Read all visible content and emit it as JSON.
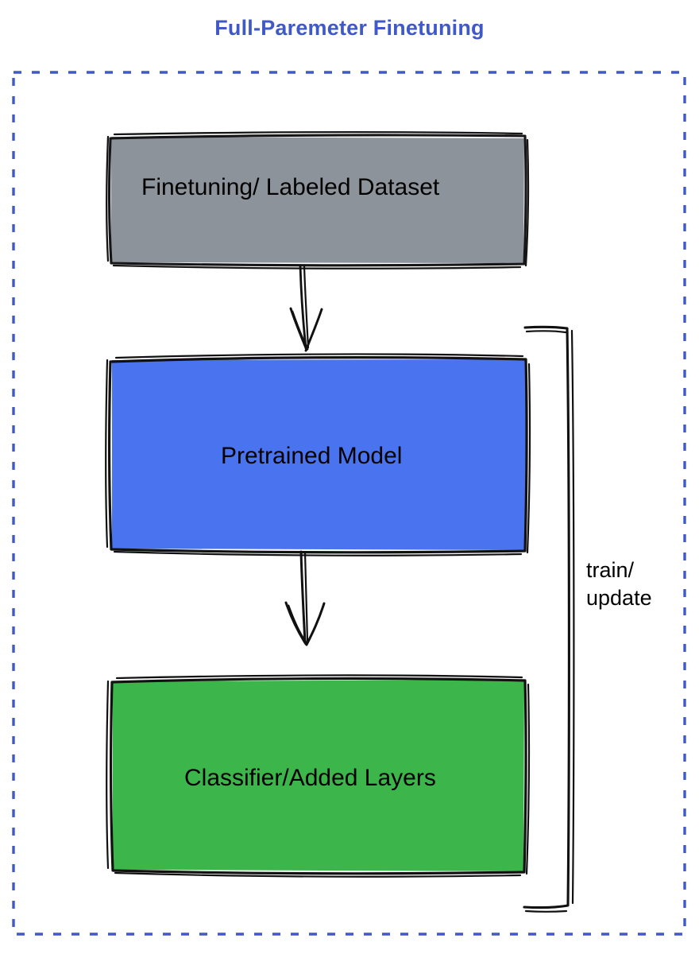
{
  "diagram": {
    "title": "Full-Paremeter Finetuning",
    "title_color": "#4059c8",
    "frame": {
      "style": "dashed",
      "color": "#4059c8",
      "name": "outer-dashed-frame"
    },
    "nodes": [
      {
        "id": "dataset",
        "label": "Finetuning/ Labeled Dataset",
        "fill": "#8d939b",
        "stroke": "#000000",
        "shape": "rectangle",
        "style": "hand-drawn"
      },
      {
        "id": "pretrained",
        "label": "Pretrained Model",
        "fill": "#4a73ef",
        "stroke": "#000000",
        "shape": "rectangle",
        "style": "hand-drawn"
      },
      {
        "id": "classifier",
        "label": "Classifier/Added Layers",
        "fill": "#3cb54a",
        "stroke": "#000000",
        "shape": "rectangle",
        "style": "hand-drawn"
      }
    ],
    "edges": [
      {
        "id": "dataset-to-pretrained",
        "from": "dataset",
        "to": "pretrained",
        "label": "",
        "arrow": "down",
        "style": "hand-drawn"
      },
      {
        "id": "pretrained-to-classifier",
        "from": "pretrained",
        "to": "classifier",
        "label": "",
        "arrow": "down",
        "style": "hand-drawn"
      },
      {
        "id": "feedback-loop",
        "from": "classifier",
        "to": "pretrained",
        "label": "train/\nupdate",
        "arrow": "none",
        "style": "hand-drawn-bracket"
      }
    ]
  },
  "labels": {
    "loop_text": "train/\nupdate"
  }
}
